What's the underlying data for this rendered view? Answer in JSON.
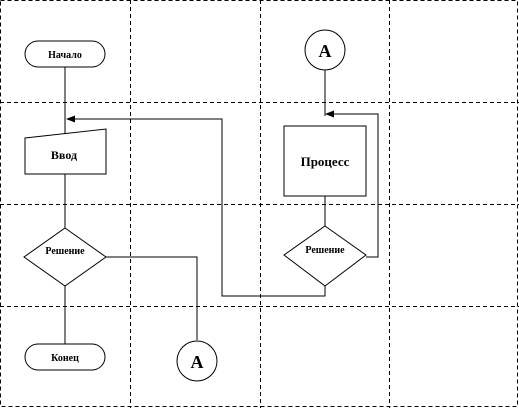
{
  "diagram": {
    "start_label": "Начало",
    "input_label": "Ввод",
    "decision_left_label": "Решение",
    "end_label": "Конец",
    "process_label": "Процесс",
    "decision_right_label": "Решение",
    "connector_top_label": "A",
    "connector_bottom_label": "A"
  }
}
